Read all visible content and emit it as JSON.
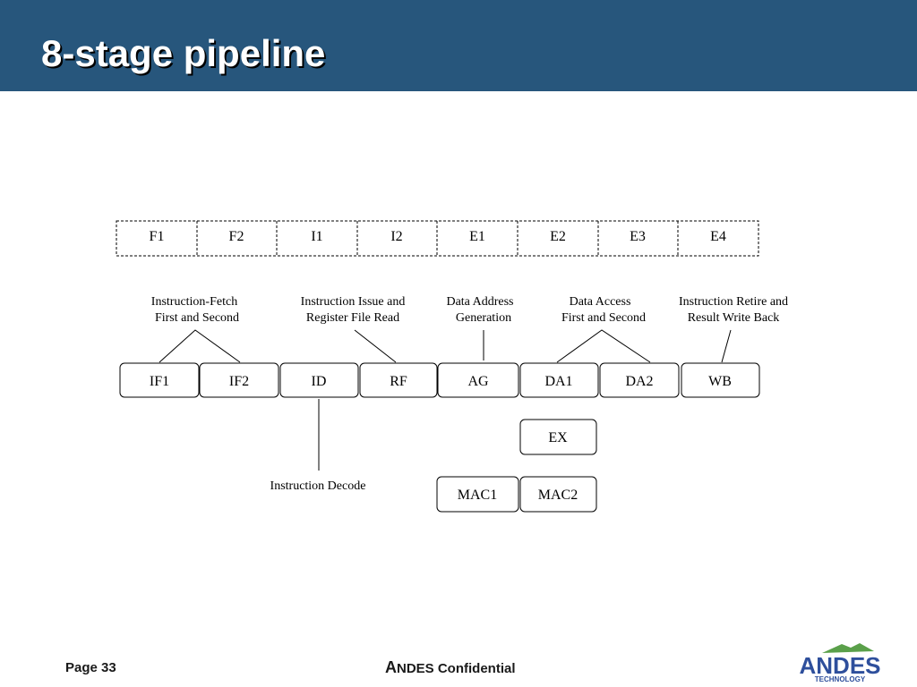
{
  "title": "8-stage pipeline",
  "top_stages": [
    "F1",
    "F2",
    "I1",
    "I2",
    "E1",
    "E2",
    "E3",
    "E4"
  ],
  "pipe_stages": [
    "IF1",
    "IF2",
    "ID",
    "RF",
    "AG",
    "DA1",
    "DA2",
    "WB"
  ],
  "branch_stages": [
    "EX",
    "MAC1",
    "MAC2"
  ],
  "descriptions": {
    "fetch": [
      "Instruction-Fetch",
      "First and Second"
    ],
    "issue": [
      "Instruction Issue and",
      "Register File Read"
    ],
    "addr": [
      "Data Address",
      "Generation"
    ],
    "access": [
      "Data Access",
      "First and Second"
    ],
    "retire": [
      "Instruction Retire and",
      "Result Write Back"
    ],
    "decode": [
      "Instruction Decode"
    ]
  },
  "footer": {
    "page": "Page 33",
    "confidential_initial": "A",
    "confidential_rest": "NDES Confidential"
  },
  "logo": {
    "word": "ANDES",
    "sub": "TECHNOLOGY"
  },
  "colors": {
    "header": "#27567c",
    "logo_blue": "#2e4f9c",
    "logo_green": "#5aa04a"
  }
}
